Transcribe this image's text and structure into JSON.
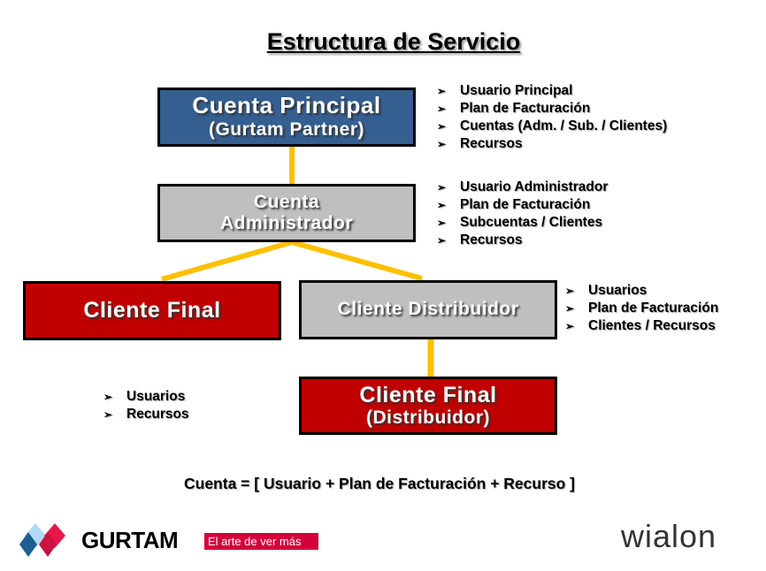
{
  "title": "Estructura de Servicio",
  "boxes": {
    "principal": {
      "line1": "Cuenta Principal",
      "line2": "(Gurtam Partner)"
    },
    "admin": {
      "line1": "Cuenta",
      "line2": "Administrador"
    },
    "final": {
      "line1": "Cliente Final"
    },
    "distribuidor": {
      "line1": "Cliente Distribuidor"
    },
    "final_dist": {
      "line1": "Cliente Final",
      "line2": "(Distribuidor)"
    }
  },
  "lists": {
    "principal": [
      "Usuario Principal",
      "Plan de Facturación",
      "Cuentas (Adm. / Sub. / Clientes)",
      "Recursos"
    ],
    "admin": [
      "Usuario Administrador",
      "Plan de Facturación",
      "Subcuentas / Clientes",
      "Recursos"
    ],
    "distribuidor": [
      "Usuarios",
      "Plan de Facturación",
      "Clientes / Recursos"
    ],
    "final": [
      "Usuarios",
      "Recursos"
    ]
  },
  "formula": "Cuenta = [ Usuario + Plan de Facturación + Recurso ]",
  "footer": {
    "gurtam_logo": "GURTAM",
    "tagline": "El arte de ver más",
    "wialon_logo": "wialon"
  },
  "colors": {
    "blue": "#355f91",
    "grey": "#bfbfbf",
    "red": "#c00000",
    "connector": "#ffc000"
  }
}
